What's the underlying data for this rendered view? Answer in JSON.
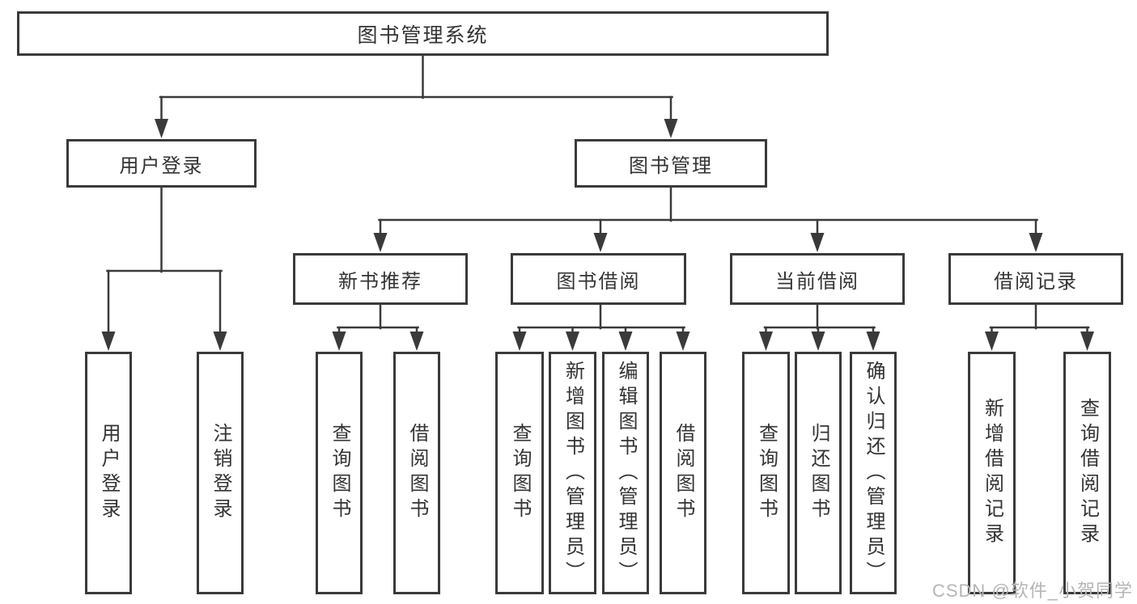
{
  "diagram": {
    "root": {
      "label": "图书管理系统"
    },
    "branches": [
      {
        "label": "用户登录",
        "children": [
          {
            "label": "用户登录"
          },
          {
            "label": "注销登录"
          }
        ]
      },
      {
        "label": "图书管理",
        "children": [
          {
            "label": "新书推荐",
            "children": [
              {
                "label": "查询图书"
              },
              {
                "label": "借阅图书"
              }
            ]
          },
          {
            "label": "图书借阅",
            "children": [
              {
                "label": "查询图书"
              },
              {
                "label": "新增图书（管理员）"
              },
              {
                "label": "编辑图书（管理员）"
              },
              {
                "label": "借阅图书"
              }
            ]
          },
          {
            "label": "当前借阅",
            "children": [
              {
                "label": "查询图书"
              },
              {
                "label": "归还图书"
              },
              {
                "label": "确认归还（管理员）"
              }
            ]
          },
          {
            "label": "借阅记录",
            "children": [
              {
                "label": "新增借阅记录"
              },
              {
                "label": "查询借阅记录"
              }
            ]
          }
        ]
      }
    ]
  },
  "watermark": {
    "text": "CSDN @软件_小贺同学"
  },
  "colors": {
    "line": "#3a3a3a",
    "text": "#333333",
    "watermark": "#b5b5b5",
    "background": "#ffffff"
  }
}
